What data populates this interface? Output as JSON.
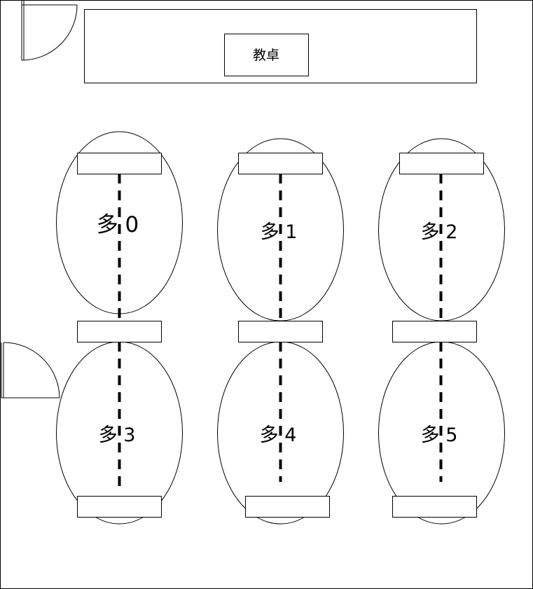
{
  "podium": {
    "label": "教卓"
  },
  "groups": [
    {
      "label": "多 0"
    },
    {
      "label": "多 1"
    },
    {
      "label": "多 2"
    },
    {
      "label": "多 3"
    },
    {
      "label": "多 4"
    },
    {
      "label": "多 5"
    }
  ],
  "colors": {
    "stroke": "#000000",
    "background": "#ffffff"
  }
}
